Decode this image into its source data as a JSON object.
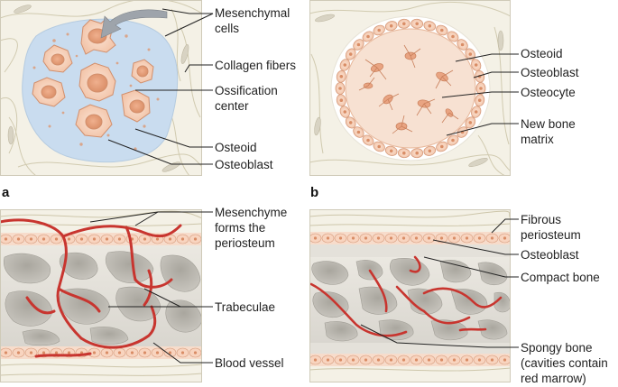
{
  "panels": {
    "a": {
      "letter": "a",
      "top_labels": [
        "Mesenchymal",
        "cells",
        "Collagen fibers",
        "Ossification",
        "center",
        "Osteoid",
        "Osteoblast"
      ],
      "bottom_labels": [
        "Mesenchyme",
        "forms the",
        "periosteum",
        "Trabeculae",
        "Blood vessel"
      ]
    },
    "b": {
      "letter": "b",
      "top_labels": [
        "Osteoid",
        "Osteoblast",
        "Osteocyte",
        "New bone",
        "matrix"
      ],
      "bottom_labels": [
        "Fibrous",
        "periosteum",
        "Osteoblast",
        "Compact bone",
        "Spongy bone",
        "(cavities contain",
        "red marrow)"
      ]
    }
  },
  "colors": {
    "tissue_bg": "#f4f1e6",
    "fiber": "#c9c2a6",
    "ossification_center": "#c9dcef",
    "cell": "#f6cdb6",
    "nucleus": "#e7a07e",
    "bone": "#e6e3dc",
    "cavity": "#b9b6ae",
    "vessel": "#c8352f"
  }
}
